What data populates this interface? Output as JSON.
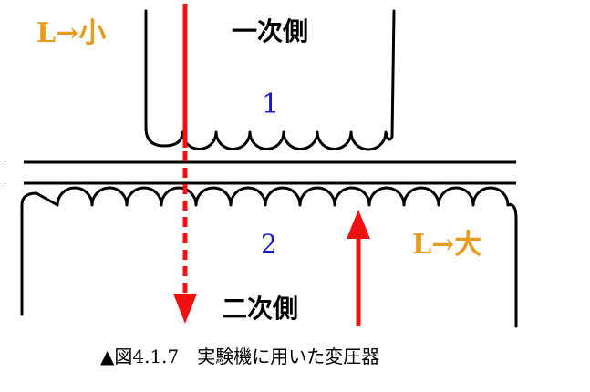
{
  "labels": {
    "primary_side": "一次側",
    "secondary_side": "二次側",
    "primary_number": "1",
    "secondary_number": "2",
    "primary_inductance": "L→小",
    "secondary_inductance": "L→大",
    "caption": "▲図4.1.7　実験機に用いた変圧器"
  },
  "colors": {
    "wire": "#000000",
    "arrow": "#ee1111",
    "inductance_label": "#e89a1c",
    "number": "#1a1acc",
    "text": "#000000"
  }
}
